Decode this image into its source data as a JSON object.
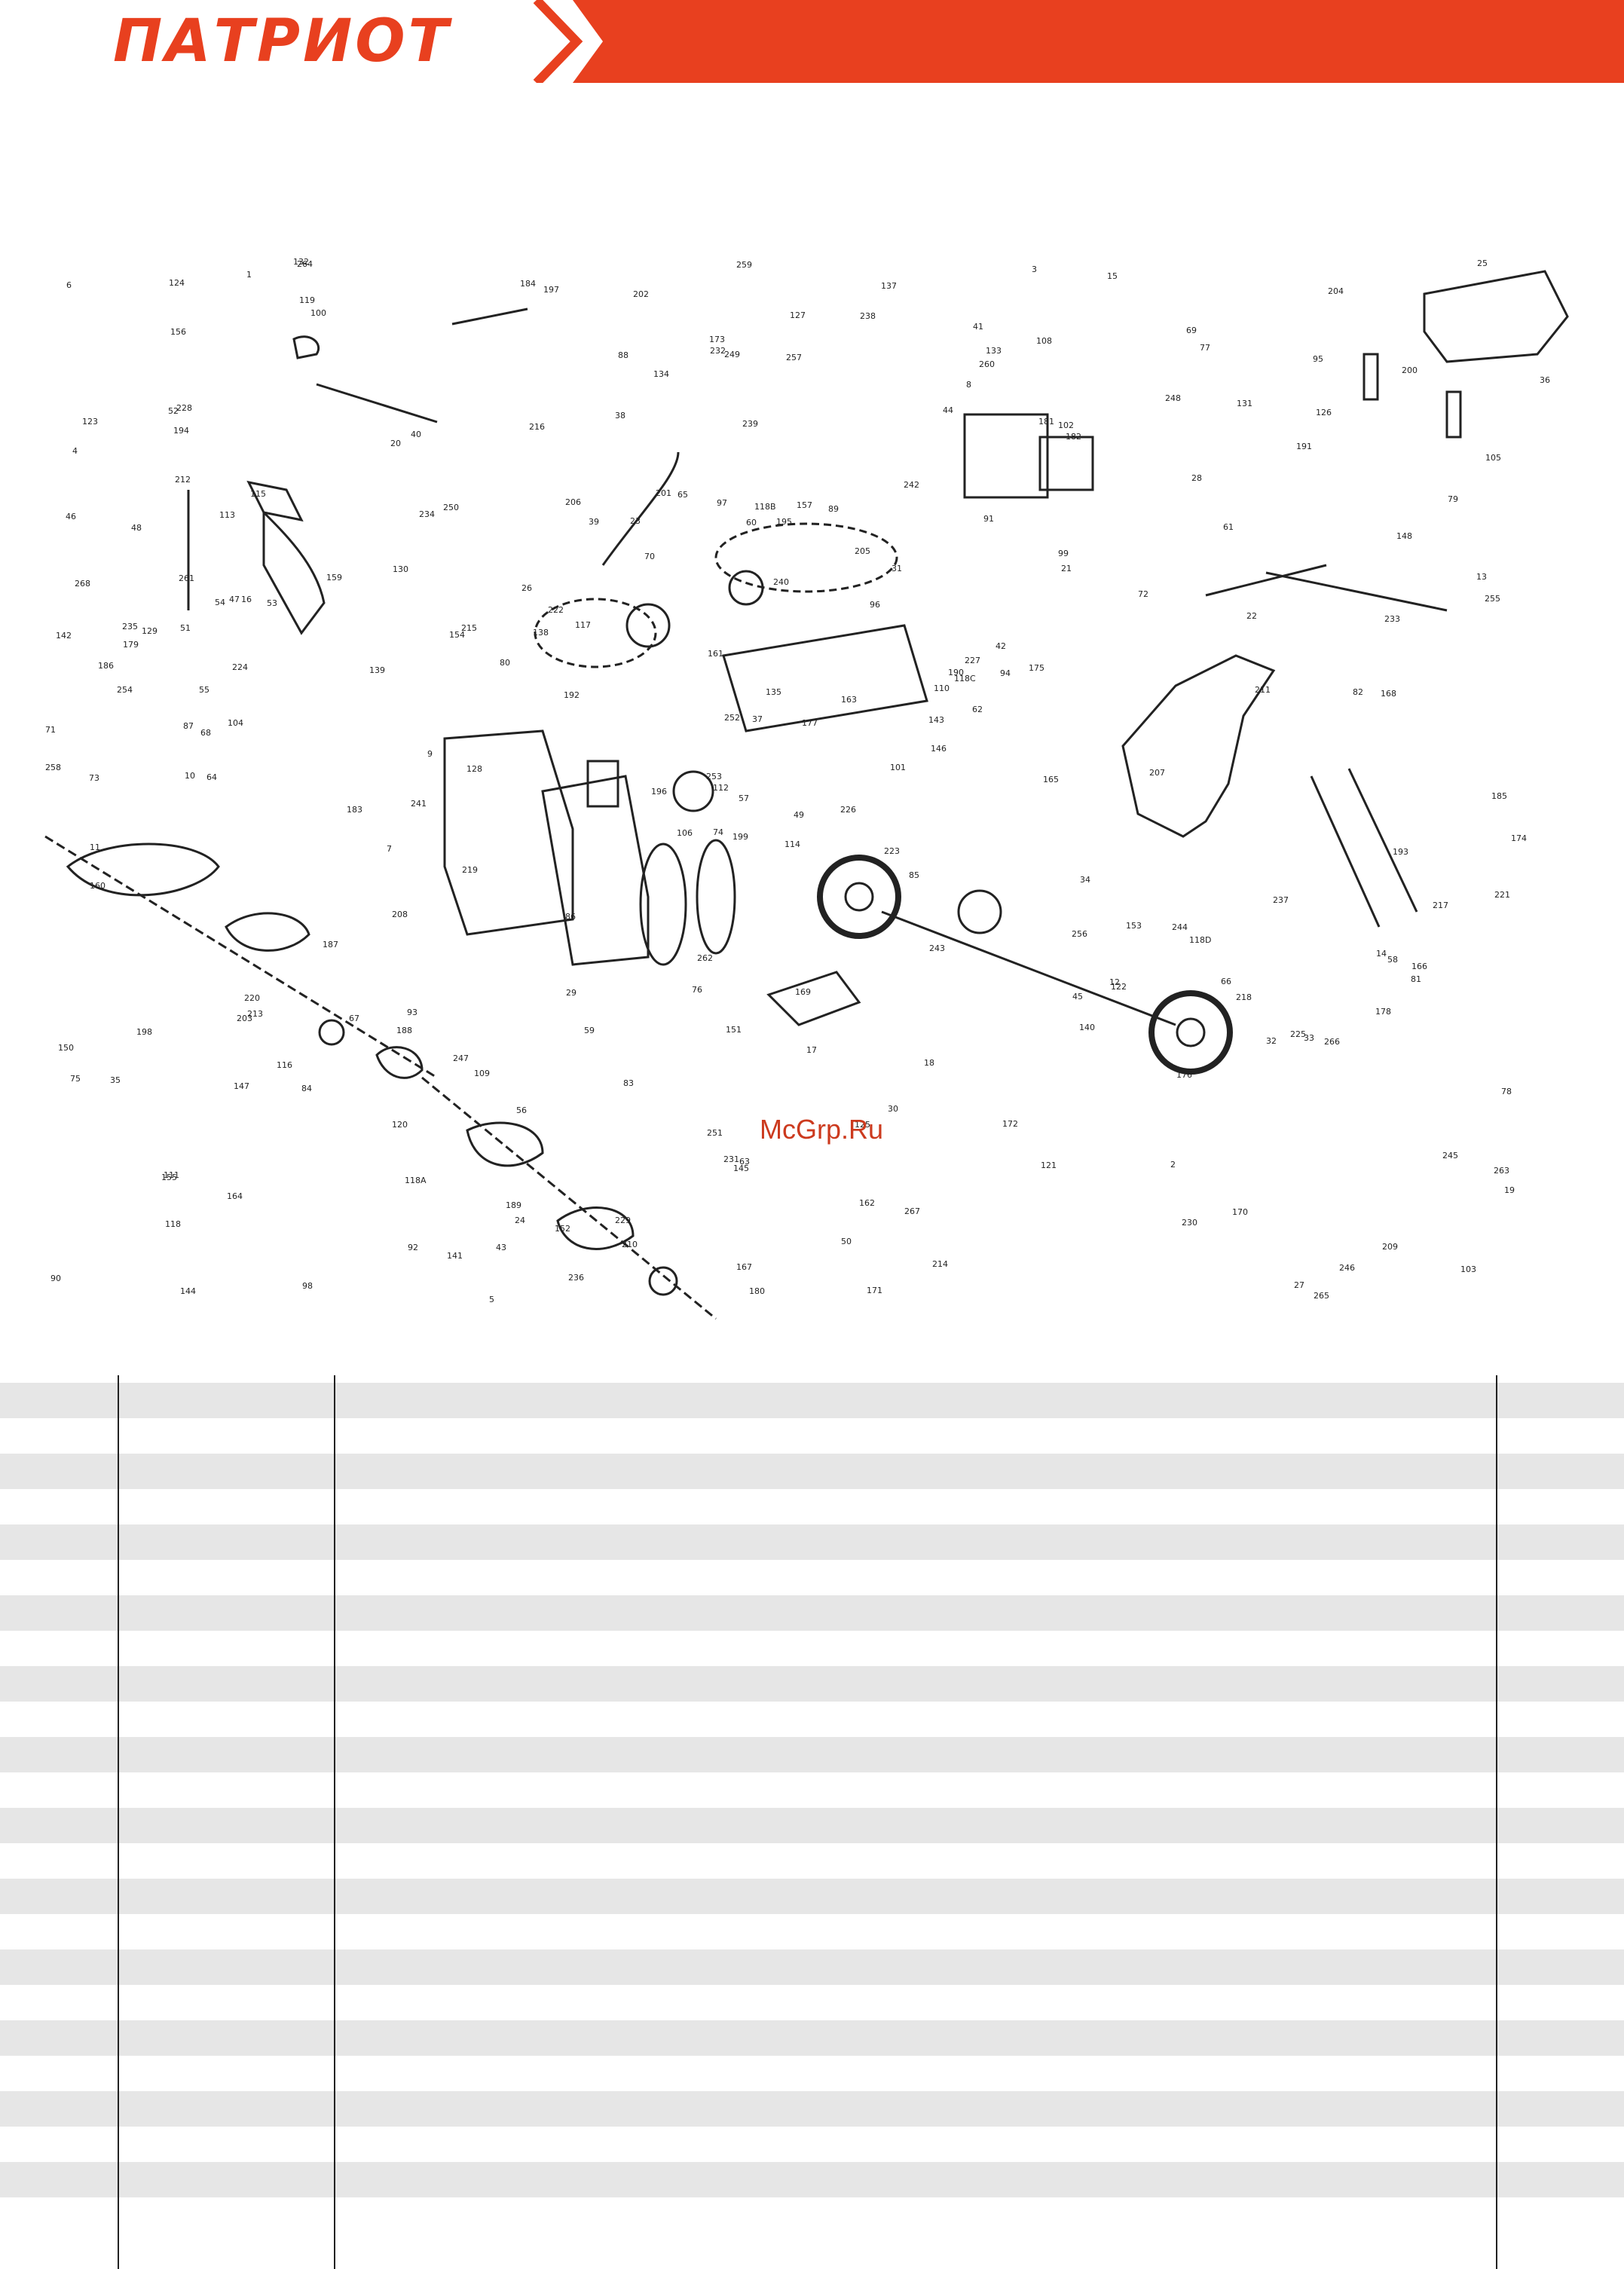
{
  "brand": {
    "logo_text": "ПАТРИОТ",
    "accent_color": "#e8401f"
  },
  "watermark": "McGrp.Ru",
  "diagram": {
    "labels": [
      "114",
      "113",
      "112",
      "111",
      "110",
      "109",
      "108",
      "157",
      "102",
      "101",
      "100",
      "103",
      "104",
      "105",
      "106",
      "99",
      "98",
      "97",
      "96",
      "116",
      "117",
      "118",
      "118A",
      "118B",
      "118C",
      "118D",
      "115",
      "249",
      "254",
      "256",
      "255",
      "253",
      "251",
      "252",
      "250",
      "248",
      "247",
      "246",
      "245",
      "244",
      "137",
      "138",
      "139",
      "140",
      "141",
      "142",
      "143",
      "144",
      "145",
      "146",
      "147",
      "148",
      "123",
      "122",
      "121",
      "120",
      "119",
      "124",
      "125",
      "126",
      "127",
      "128",
      "129",
      "130",
      "131",
      "132",
      "133",
      "134",
      "135",
      "150",
      "151",
      "152",
      "153",
      "154",
      "155",
      "156",
      "159",
      "160",
      "161",
      "162",
      "163",
      "164",
      "165",
      "166",
      "167",
      "168",
      "169",
      "170",
      "171",
      "172",
      "173",
      "174",
      "175",
      "176",
      "177",
      "178",
      "179",
      "180",
      "181",
      "182",
      "183",
      "184",
      "185",
      "186",
      "187",
      "188",
      "189",
      "190",
      "191",
      "192",
      "193",
      "194",
      "195",
      "196",
      "197",
      "198",
      "199",
      "200",
      "201",
      "202",
      "203",
      "204",
      "205",
      "206",
      "207",
      "208",
      "209",
      "210",
      "211",
      "212",
      "213",
      "214",
      "215",
      "216",
      "217",
      "218",
      "219",
      "220",
      "221",
      "222",
      "223",
      "224",
      "225",
      "226",
      "227",
      "228",
      "229",
      "230",
      "231",
      "232",
      "233",
      "234",
      "235",
      "236",
      "237",
      "238",
      "239",
      "240",
      "241",
      "242",
      "243",
      "257",
      "258",
      "259",
      "260",
      "261",
      "262",
      "263",
      "264",
      "265",
      "266",
      "267",
      "268",
      "41",
      "42",
      "43",
      "44",
      "45",
      "46",
      "47",
      "48",
      "49",
      "50",
      "51",
      "52",
      "53",
      "54",
      "55",
      "56",
      "57",
      "58",
      "59",
      "60",
      "61",
      "62",
      "63",
      "64",
      "65",
      "66",
      "67",
      "68",
      "69",
      "70",
      "71",
      "72",
      "73",
      "74",
      "75",
      "76",
      "77",
      "78",
      "79",
      "80",
      "81",
      "82",
      "83",
      "84",
      "85",
      "86",
      "87",
      "88",
      "89",
      "90",
      "91",
      "92",
      "93",
      "94",
      "95",
      "1",
      "2",
      "3",
      "4",
      "5",
      "6",
      "7",
      "8",
      "9",
      "10",
      "11",
      "12",
      "13",
      "14",
      "15",
      "16",
      "17",
      "18",
      "19",
      "20",
      "21",
      "22",
      "23",
      "24",
      "25",
      "26",
      "27",
      "28",
      "29",
      "30",
      "31",
      "32",
      "33",
      "34",
      "35",
      "36",
      "37",
      "38",
      "39",
      "40"
    ]
  },
  "table": {
    "row_count": 24,
    "colors": {
      "stripe": "#e6e6e6",
      "plain": "#ffffff",
      "rule": "#222222"
    }
  }
}
